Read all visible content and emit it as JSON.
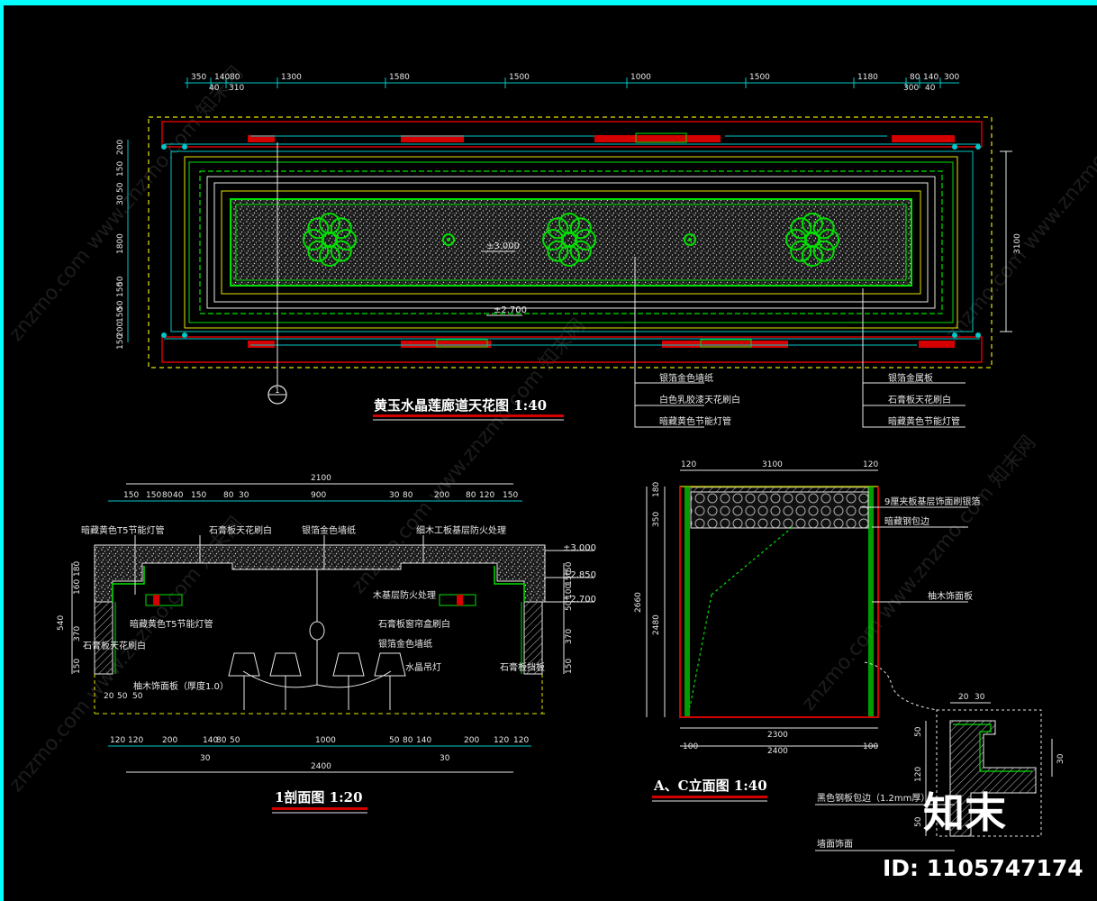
{
  "plan": {
    "title": "黄玉水晶莲廊道天花图 1:40",
    "top_dims": [
      "350",
      "140",
      "80",
      "1300",
      "1580",
      "1500",
      "1000",
      "1500",
      "1180",
      "80",
      "140",
      "300"
    ],
    "top_dims_sub": [
      "40",
      "310",
      "300",
      "40"
    ],
    "left_dims": [
      "200",
      "150",
      "50",
      "30",
      "1800",
      "50",
      "150",
      "50",
      "150",
      "200",
      "150"
    ],
    "right_dim": "3100",
    "center_level": "±3.000",
    "lower_level": "±2.700",
    "section_marker": "1",
    "callouts_left": [
      "银箔金色墙纸",
      "白色乳胶漆天花刷白",
      "暗藏黄色节能灯管"
    ],
    "callouts_right": [
      "银箔金属板",
      "石膏板天花刷白",
      "暗藏黄色节能灯管"
    ]
  },
  "section": {
    "title": "1剖面图 1:20",
    "top_total": "2100",
    "top_dims": [
      "150",
      "150",
      "80",
      "40",
      "150",
      "80",
      "30",
      "900",
      "30",
      "80",
      "200",
      "80",
      "120",
      "150"
    ],
    "bottom_dims": [
      "120",
      "120",
      "200",
      "140",
      "80",
      "50",
      "1000",
      "50",
      "80",
      "140",
      "200",
      "120",
      "120"
    ],
    "bottom_sub": [
      "30",
      "30"
    ],
    "bottom_total": "2400",
    "left_dims": [
      "180",
      "160",
      "540",
      "370",
      "150"
    ],
    "right_dims": [
      "50",
      "150",
      "100",
      "50",
      "370",
      "150"
    ],
    "bottom_small": [
      "20",
      "50",
      "50"
    ],
    "levels": [
      "±3.000",
      "±2.850",
      "±2.700"
    ],
    "labels": [
      "暗藏黄色T5节能灯管",
      "石膏板天花刷白",
      "银箔金色墙纸",
      "细木工板基层防火处理",
      "暗藏黄色T5节能灯管",
      "石膏板窗帘盒刷白",
      "石膏板天花刷白",
      "银箔金色墙纸",
      "木基层防火处理",
      "柚木饰面板（厚度1.0）",
      "水晶吊灯",
      "石膏板挡板"
    ]
  },
  "elevation": {
    "title": "A、C立面图 1:40",
    "top_dims": [
      "120",
      "3100",
      "120"
    ],
    "left_dims": [
      "180",
      "350",
      "2660",
      "2480"
    ],
    "bottom_dims": [
      "2300",
      "100",
      "2400",
      "100"
    ],
    "labels": [
      "9厘夹板基层饰面刷银箔",
      "暗藏钢包边",
      "柚木饰面板"
    ]
  },
  "detail": {
    "dims": [
      "20",
      "30",
      "50",
      "120",
      "50",
      "30"
    ],
    "labels": [
      "黑色钢板包边（1.2mm厚）",
      "墙面饰面"
    ]
  },
  "watermark": "znzmo.com  www.znzmo.com  知末网",
  "logo": "知末",
  "id_text": "ID: 1105747174",
  "colors": {
    "green": "#00e000",
    "red": "#d40000",
    "yellow": "#e6e600",
    "cyan": "#00c8c8",
    "white": "#e8e8e8",
    "border": "#00ffff"
  }
}
